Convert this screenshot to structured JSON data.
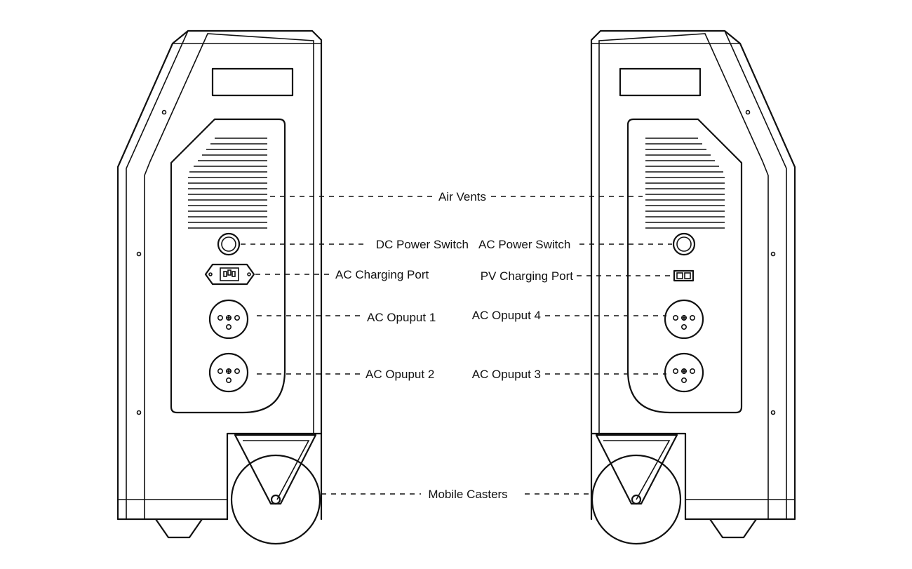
{
  "labels": {
    "air_vents": "Air Vents",
    "dc_power_switch": "DC Power Switch",
    "ac_power_switch": "AC Power Switch",
    "ac_charging_port": "AC Charging Port",
    "pv_charging_port": "PV Charging Port",
    "ac_output_1": "AC Opuput 1",
    "ac_output_2": "AC Opuput 2",
    "ac_output_3": "AC Opuput 3",
    "ac_output_4": "AC Opuput 4",
    "mobile_casters": "Mobile Casters"
  },
  "colors": {
    "line": "#111111",
    "background": "#ffffff"
  }
}
